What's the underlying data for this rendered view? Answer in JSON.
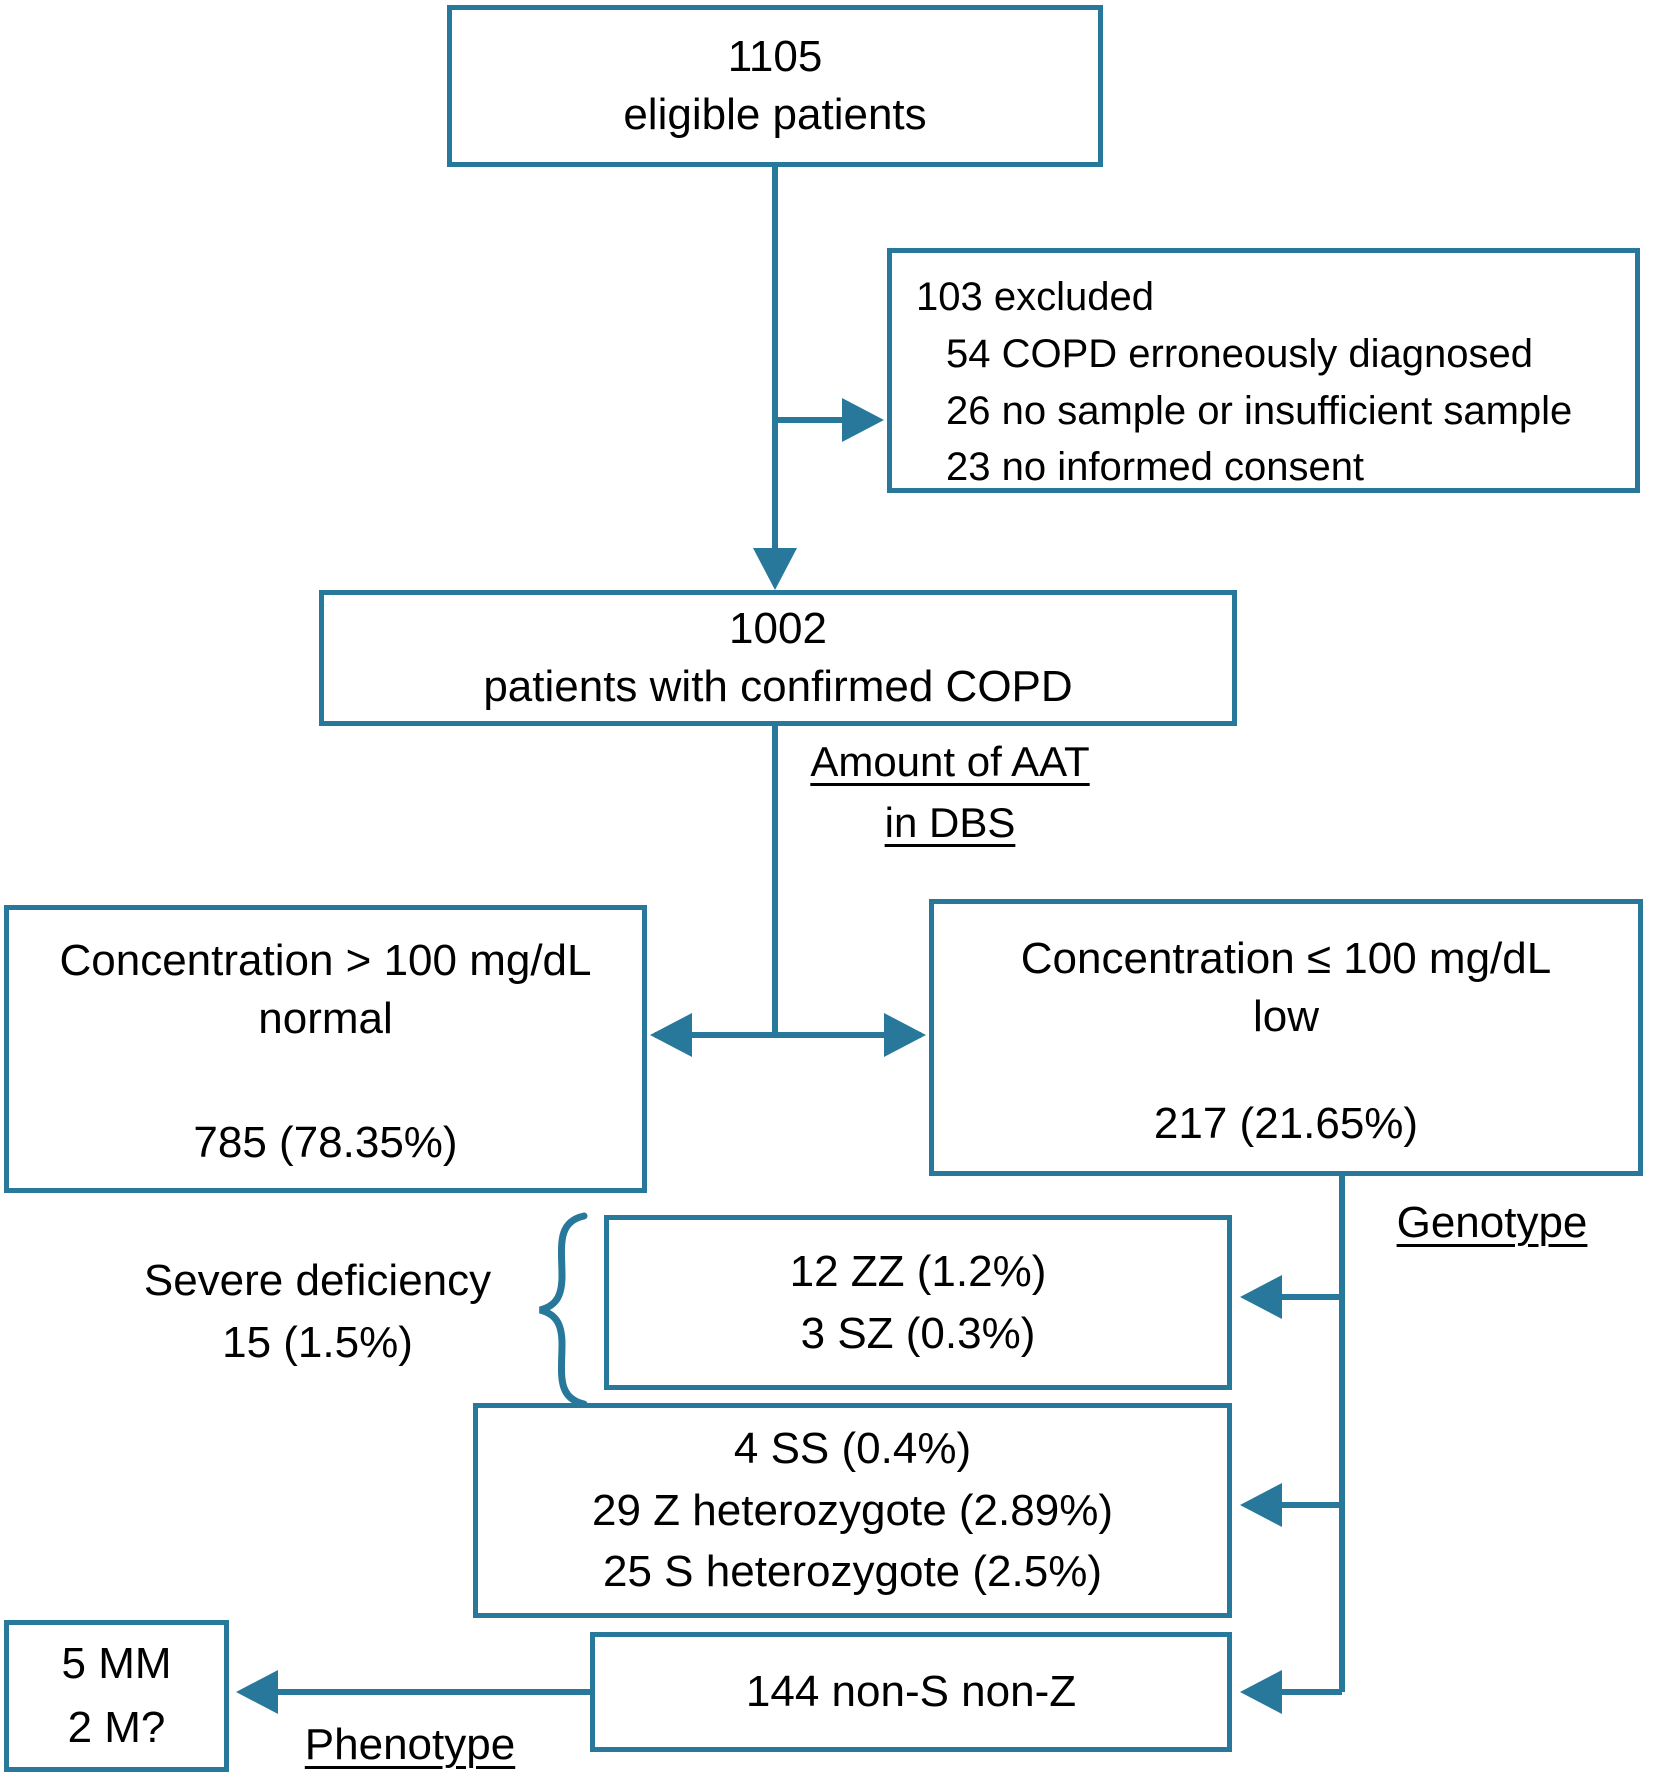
{
  "diagram": {
    "boxes": {
      "eligible": {
        "count": "1105",
        "label": "eligible patients"
      },
      "excluded": {
        "title": "103 excluded",
        "items": [
          "54 COPD erroneously diagnosed",
          "26 no sample or insufficient sample",
          "23 no informed consent"
        ]
      },
      "confirmed": {
        "count": "1002",
        "label": "patients with confirmed COPD"
      },
      "normal": {
        "criterion": "Concentration > 100 mg/dL",
        "category": "normal",
        "count": "785 (78.35%)"
      },
      "low": {
        "criterion": "Concentration ≤ 100 mg/dL",
        "category": "low",
        "count": "217 (21.65%)"
      },
      "severe_genotype": {
        "lines": [
          "12 ZZ (1.2%)",
          "3 SZ (0.3%)"
        ]
      },
      "other_genotype": {
        "lines": [
          "4 SS (0.4%)",
          "29 Z heterozygote (2.89%)",
          "25 S heterozygote (2.5%)"
        ]
      },
      "non_s_non_z": {
        "label": "144 non-S non-Z"
      },
      "phenotype_result": {
        "lines": [
          "5 MM",
          "2 M?"
        ]
      }
    },
    "labels": {
      "aat": {
        "lines": [
          "Amount of AAT",
          "in DBS"
        ]
      },
      "genotype": "Genotype",
      "phenotype": "Phenotype",
      "severe": {
        "lines": [
          "Severe deficiency",
          "15 (1.5%)"
        ]
      }
    },
    "colors": {
      "line": "#27789B",
      "text": "#000000",
      "background": "#ffffff"
    }
  }
}
